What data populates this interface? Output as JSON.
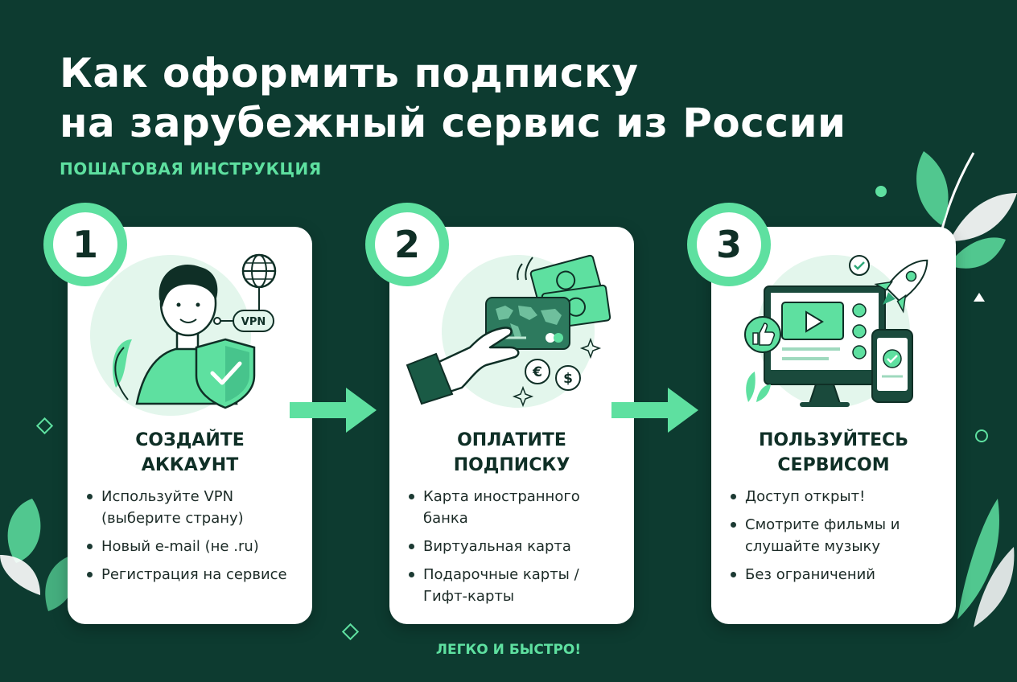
{
  "title": {
    "line1": "Как оформить подписку",
    "line2": "на зарубежный сервис из России"
  },
  "subtitle": "ПОШАГОВАЯ ИНСТРУКЦИЯ",
  "footer": "ЛЕГКО И БЫСТРО!",
  "colors": {
    "background": "#0d3b30",
    "accent": "#5ee0a0",
    "card": "#ffffff",
    "dark": "#0f2f26"
  },
  "steps": [
    {
      "number": "1",
      "title_line1": "СОЗДАЙТЕ",
      "title_line2": "АККАУНТ",
      "illustration": "person-vpn-shield-icon",
      "badge": "VPN",
      "bullets": [
        "Используйте VPN (выберите страну)",
        "Новый e-mail (не .ru)",
        "Регистрация на сервисе"
      ]
    },
    {
      "number": "2",
      "title_line1": "ОПЛАТИТЕ",
      "title_line2": "ПОДПИСКУ",
      "illustration": "hand-card-money-icon",
      "bullets": [
        "Карта иностранного банка",
        "Виртуальная карта",
        "Подарочные карты / Гифт-карты"
      ]
    },
    {
      "number": "3",
      "title_line1": "ПОЛЬЗУЙТЕСЬ",
      "title_line2": "СЕРВИСОМ",
      "illustration": "monitor-rocket-phone-icon",
      "bullets": [
        "Доступ открыт!",
        "Смотрите фильмы и слушайте музыку",
        "Без ограничений"
      ]
    }
  ]
}
